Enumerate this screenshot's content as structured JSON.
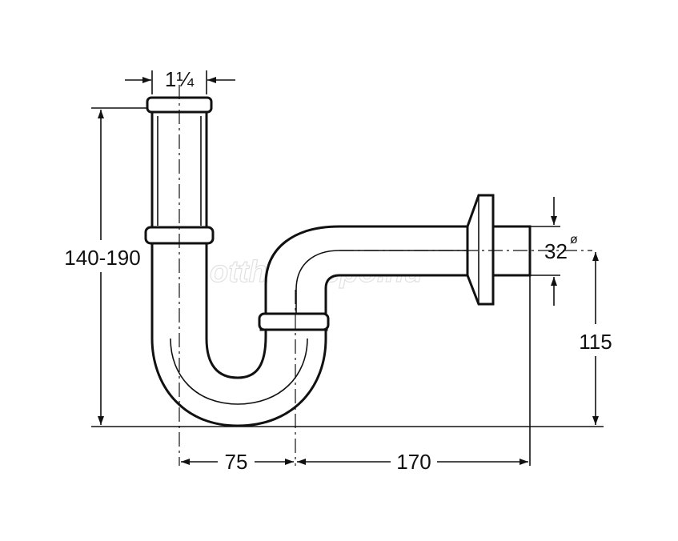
{
  "diagram": {
    "dimensions": {
      "pipe_size": "1¼",
      "height_range": "140-190",
      "outlet_diameter": "32",
      "diameter_symbol": "ø",
      "outlet_height": "115",
      "trap_width": "75",
      "outlet_length": "170"
    },
    "watermark": "otthondepo.hu"
  }
}
